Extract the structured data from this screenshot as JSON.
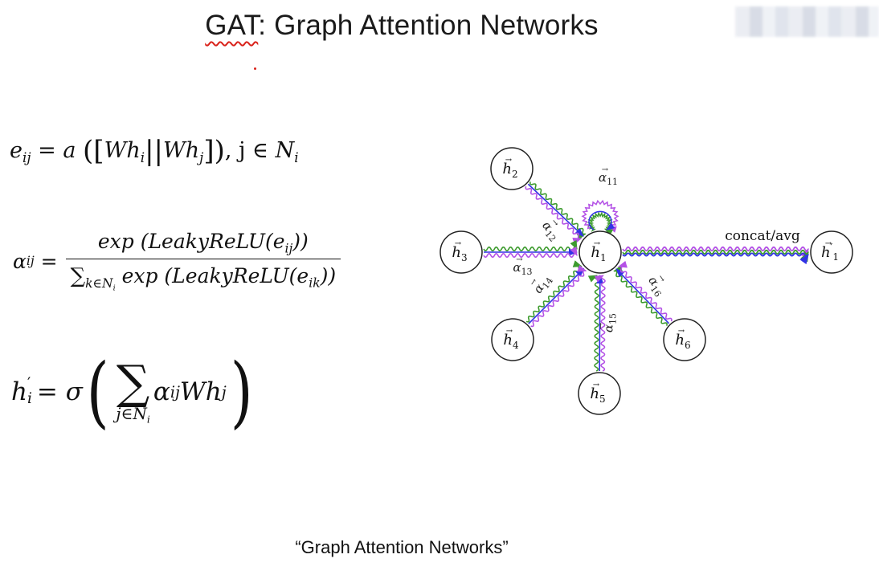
{
  "title": {
    "prefix": "GAT",
    "rest": ": Graph Attention Networks"
  },
  "equations": {
    "e_ij": {
      "lhs": "e",
      "lhs_sub": "ij",
      "eq": "=",
      "a": "a",
      "W": "W",
      "h": "h",
      "i": "i",
      "j": "j",
      "condition": ", j ∈ ",
      "N": "N",
      "N_sub": "i"
    },
    "alpha_ij": {
      "lhs": "α",
      "lhs_sub": "ij",
      "eq": "=",
      "num_text": "exp (LeakyReLU(e",
      "num_sub": "ij",
      "num_close": "))",
      "den_sum": "∑",
      "den_sum_sub": "k∈N",
      "den_sum_subsub": "i",
      "den_text": " exp (LeakyReLU(e",
      "den_sub": "ik",
      "den_close": "))"
    },
    "h_prime": {
      "lhs": "h",
      "lhs_sup": "′",
      "lhs_sub": "i",
      "eq": "=",
      "sigma": "σ",
      "sum": "∑",
      "sum_lim": "j∈N",
      "sum_lim_sub": "i",
      "alpha": "α",
      "alpha_sub": "ij",
      "Wh": "Wh",
      "h_sub": "j"
    }
  },
  "graph": {
    "center": {
      "label": "h",
      "sub": "1"
    },
    "nodes": [
      {
        "label": "h",
        "sub": "2"
      },
      {
        "label": "h",
        "sub": "3"
      },
      {
        "label": "h",
        "sub": "4"
      },
      {
        "label": "h",
        "sub": "5"
      },
      {
        "label": "h",
        "sub": "6"
      }
    ],
    "output": {
      "label": "h",
      "sup": "′",
      "sub": "1"
    },
    "output_edge_label": "concat/avg",
    "edge_labels": [
      {
        "base": "α",
        "sub": "11"
      },
      {
        "base": "α",
        "sub": "12"
      },
      {
        "base": "α",
        "sub": "13"
      },
      {
        "base": "α",
        "sub": "14"
      },
      {
        "base": "α",
        "sub": "15"
      },
      {
        "base": "α",
        "sub": "16"
      }
    ],
    "colors": {
      "head1": "#3232e6",
      "head2": "#b452e6",
      "head3": "#3c9b2d",
      "node_stroke": "#222222"
    }
  },
  "caption": "“Graph Attention Networks”"
}
